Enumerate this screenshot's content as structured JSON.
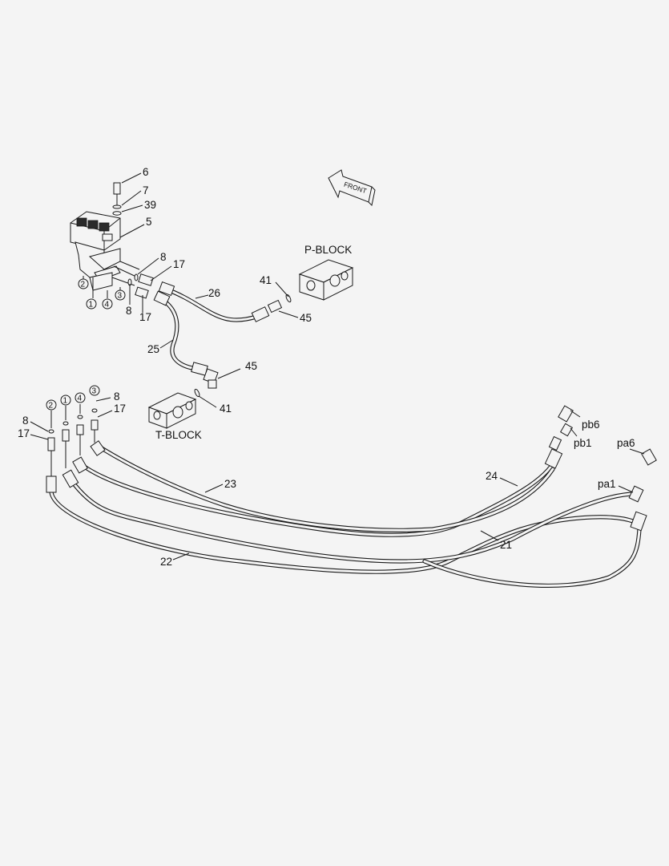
{
  "labels": {
    "n6": "6",
    "n7": "7",
    "n39": "39",
    "n5": "5",
    "n8_top": "8",
    "n17_top": "17",
    "n8_mid": "8",
    "n17_mid": "17",
    "n26": "26",
    "n25": "25",
    "n41_p": "41",
    "n45_p": "45",
    "n45_t": "45",
    "n41_t": "41",
    "p_block": "P-BLOCK",
    "t_block": "T-BLOCK",
    "n8_left": "8",
    "n17_left": "17",
    "n8_right": "8",
    "n17_right": "17",
    "n23": "23",
    "n22": "22",
    "n24": "24",
    "n21": "21",
    "pb6": "pb6",
    "pb1": "pb1",
    "pa6": "pa6",
    "pa1": "pa1"
  },
  "circled": {
    "c1_valve": "1",
    "c2_valve": "2",
    "c3_valve": "3",
    "c4_valve": "4",
    "c1_port": "1",
    "c2_port": "2",
    "c3_port": "3",
    "c4_port": "4"
  },
  "front_arrow": "FRONT",
  "colors": {
    "ink": "#1a1a1a",
    "paper": "#f4f4f4"
  }
}
